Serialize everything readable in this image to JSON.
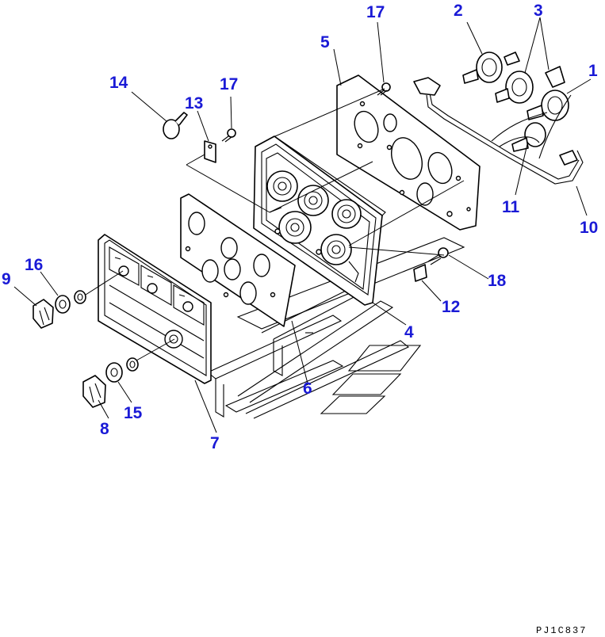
{
  "callouts": {
    "c1": "1",
    "c2": "2",
    "c3": "3",
    "c4": "4",
    "c5": "5",
    "c6": "6",
    "c7": "7",
    "c8": "8",
    "c9": "9",
    "c10": "10",
    "c11": "11",
    "c12": "12",
    "c13": "13",
    "c14": "14",
    "c15": "15",
    "c16": "16",
    "c17a": "17",
    "c17b": "17",
    "c18": "18"
  },
  "drawing_code": "PJ1C837",
  "colors": {
    "callout": "#1a1ad6",
    "line": "#000000",
    "background": "#ffffff"
  }
}
